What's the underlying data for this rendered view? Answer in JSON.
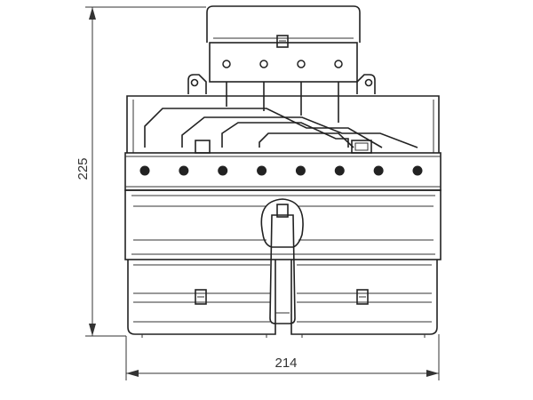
{
  "dimensions": {
    "height_label": "225",
    "width_label": "214"
  },
  "colors": {
    "line": "#222222",
    "background": "#ffffff"
  },
  "drawing": {
    "terminal_count": 8,
    "top_screw_count": 4
  }
}
